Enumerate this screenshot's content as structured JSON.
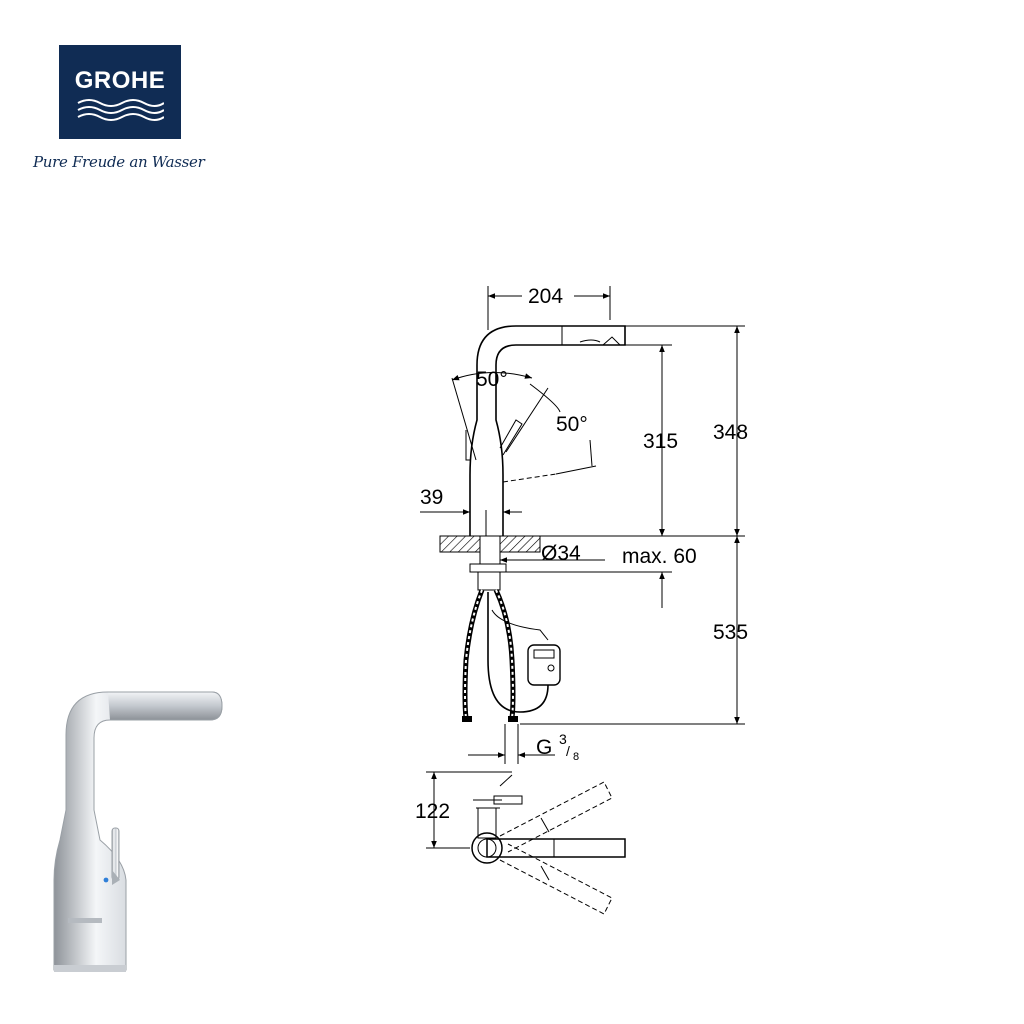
{
  "brand": {
    "name": "GROHE",
    "tagline": "Pure Freude an Wasser",
    "colors": {
      "logo_bg": "#102c54",
      "logo_text": "#ffffff",
      "tagline": "#102c54"
    }
  },
  "dimensions": {
    "width_spout": "204",
    "angle_top": "50°",
    "angle_side": "50°",
    "height_outlet": "315",
    "height_total": "348",
    "base_offset": "39",
    "bore_diameter": "Ø34",
    "max_thickness": "max. 60",
    "hose_length": "535",
    "thread_main": "G",
    "thread_sup": "3",
    "thread_sub": "8",
    "depth_plan": "122"
  },
  "icons": {
    "product": "faucet-photo-icon",
    "logo": "wave-logo-icon"
  }
}
